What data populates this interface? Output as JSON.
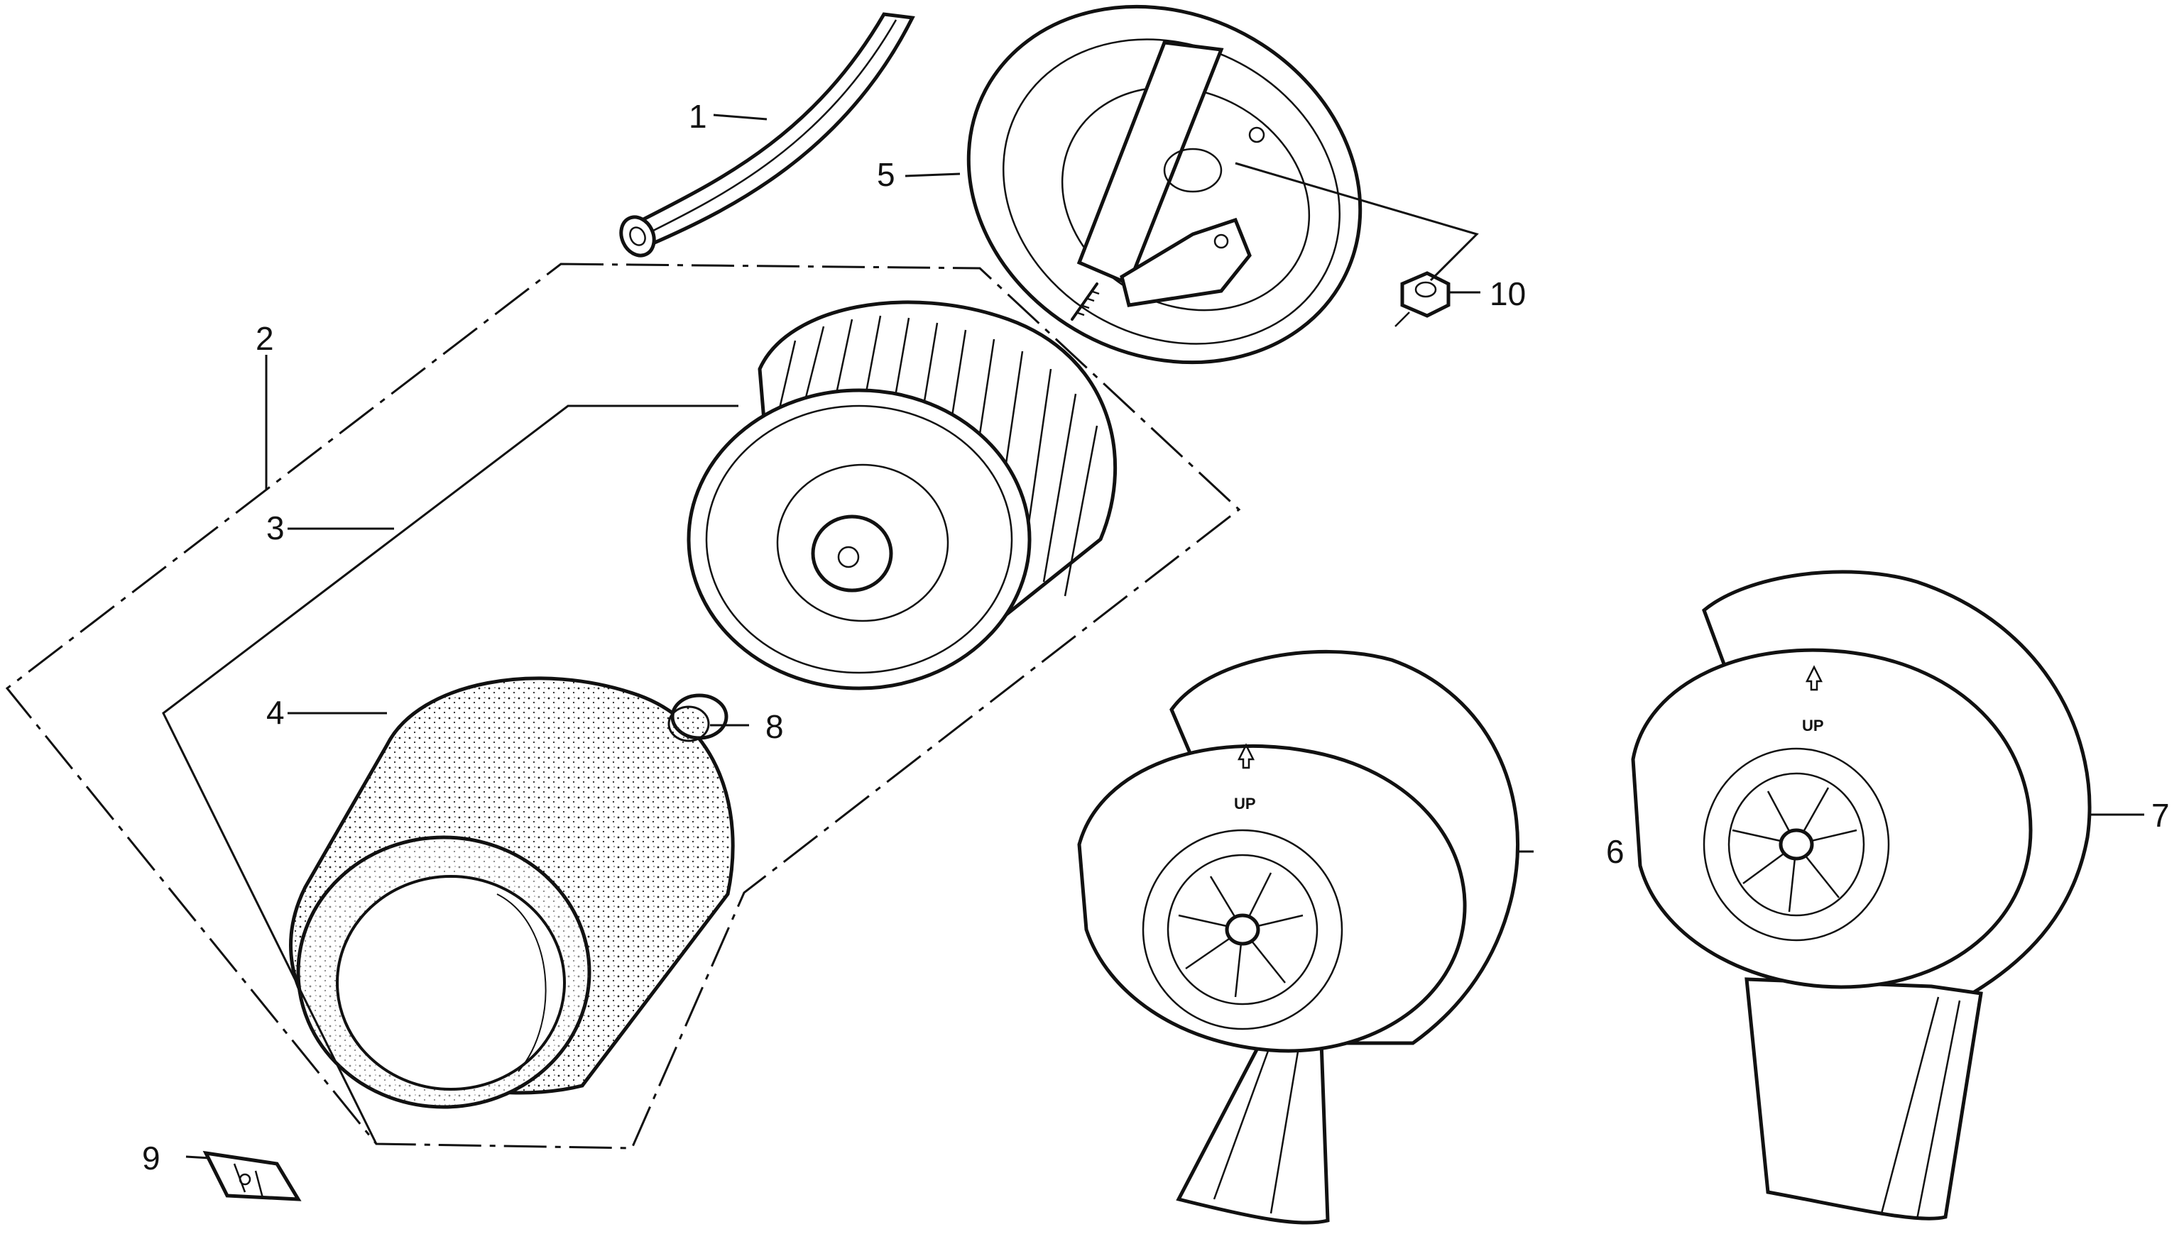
{
  "callouts": {
    "c1": "1",
    "c2": "2",
    "c3": "3",
    "c4": "4",
    "c5": "5",
    "c6": "6",
    "c7": "7",
    "c8": "8",
    "c9": "9",
    "c10": "10"
  },
  "cover_markings": {
    "up_6": "UP",
    "up_7": "UP"
  }
}
